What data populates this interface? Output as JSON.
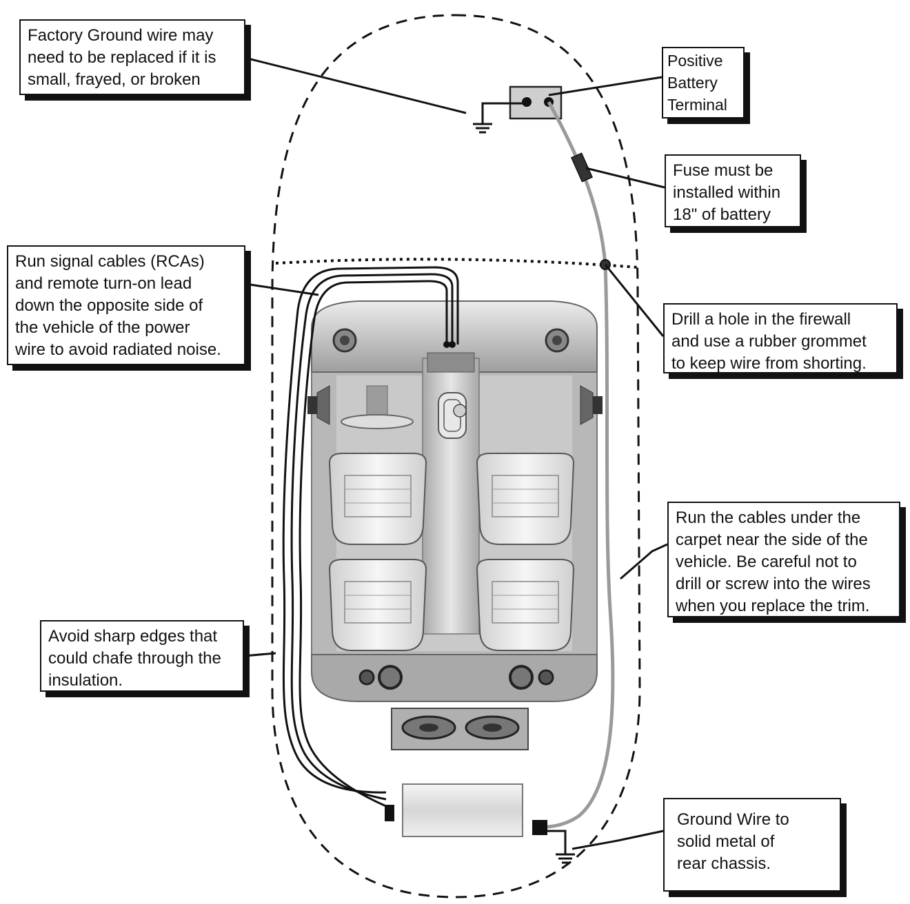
{
  "callouts": {
    "factory_ground": "Factory Ground wire may\nneed to be replaced if it is\nsmall, frayed, or broken",
    "positive_terminal": "Positive\nBattery\nTerminal",
    "fuse": "Fuse must be\ninstalled within\n18\" of battery",
    "signal_cables": "Run signal cables (RCAs)\nand remote turn-on lead\ndown the opposite side of\nthe vehicle of the power\nwire to avoid radiated noise.",
    "drill_hole": "Drill a hole in the firewall\nand use a rubber grommet\nto keep wire from shorting.",
    "run_cables": "Run the cables under the\ncarpet near the side of the\nvehicle. Be careful not to\ndrill or screw into the wires\nwhen you replace the trim.",
    "sharp_edges": "Avoid sharp edges that\ncould chafe through the\ninsulation.",
    "rear_ground": "Ground Wire to\nsolid metal of\nrear chassis."
  },
  "colors": {
    "ink": "#111111",
    "power_wire": "#9a9a9a",
    "interior": "#b8b8b8",
    "cabin_light": "#d6d6d6",
    "amplifier": "#e6e6e6"
  }
}
